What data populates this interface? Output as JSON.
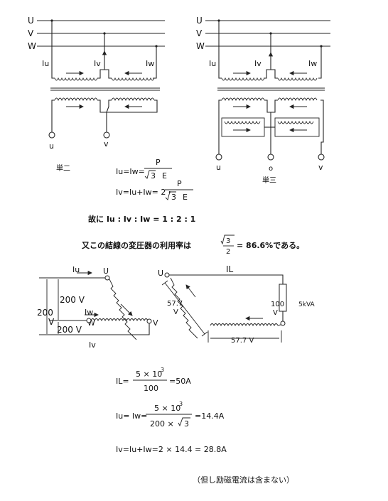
{
  "top_left": {
    "bus_labels": [
      "U",
      "V",
      "W"
    ],
    "current_labels": [
      "Iu",
      "Iv",
      "Iw"
    ],
    "terminal_labels": [
      "u",
      "v"
    ],
    "caption": "単二"
  },
  "top_right": {
    "bus_labels": [
      "U",
      "V",
      "W"
    ],
    "current_labels": [
      "Iu",
      "Iv",
      "Iw"
    ],
    "terminal_labels": [
      "u",
      "o",
      "v"
    ],
    "caption": "単三"
  },
  "formula1": {
    "lhs": "Iu=Iw=",
    "num": "P",
    "den_root": "3",
    "den_rest": "E"
  },
  "formula2": {
    "lhs": "Iv=Iu+Iw= 2・",
    "num": "P",
    "den_root": "3",
    "den_rest": "E"
  },
  "ratio_text": "故に Iu : Iv : Iw = 1 : 2 : 1",
  "util": {
    "prefix": "又この結線の変圧器の利用率は",
    "num": "3",
    "den": "2",
    "suffix": "= 86.6%である。"
  },
  "lower_left": {
    "currents": [
      "Iu",
      "Iw",
      "Iv"
    ],
    "nodes": [
      "U",
      "W",
      "V"
    ],
    "voltages": [
      "200 V",
      "200",
      "V",
      "200 V"
    ]
  },
  "lower_right": {
    "current_label": "IL",
    "node": "U",
    "volt_left": [
      "57.7",
      "V"
    ],
    "volt_right": [
      "100",
      "V"
    ],
    "load": "5kVA",
    "volt_bottom": "57.7 V"
  },
  "calc1": {
    "lhs": "IL=",
    "num": "5 × 10",
    "exp": "3",
    "den": "100",
    "rhs": "=50A"
  },
  "calc2": {
    "lhs": "Iu= Iw=",
    "num": "5 × 10",
    "exp": "3",
    "den_pre": "200 ×",
    "den_root": "3",
    "rhs": "=14.4A"
  },
  "calc3": "Iv=Iu+Iw=2 × 14.4 = 28.8A",
  "note": "（但し励磁電流は含まない）"
}
